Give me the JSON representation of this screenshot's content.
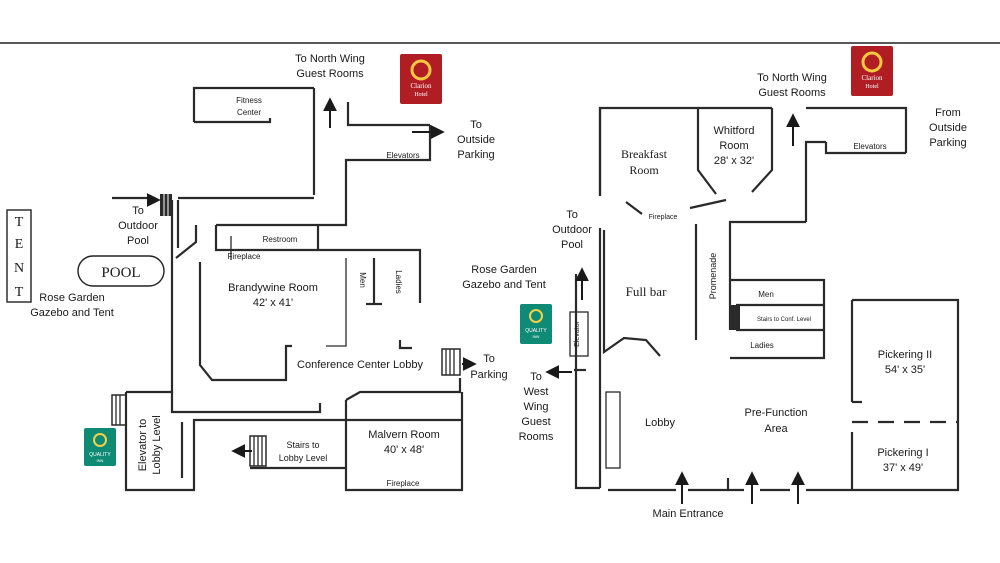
{
  "colors": {
    "clarion_red": "#b01e23",
    "quality_green": "#0f8a74",
    "wall": "#2a2a2a"
  },
  "labels": {
    "north_wing_left": [
      "To North Wing",
      "Guest Rooms"
    ],
    "fitness": [
      "Fitness",
      "Center"
    ],
    "outside_parking_left": [
      "To",
      "Outside",
      "Parking"
    ],
    "elevators_left": "Elevators",
    "outdoor_pool_left": [
      "To",
      "Outdoor",
      "Pool"
    ],
    "tent": [
      "T",
      "E",
      "N",
      "T"
    ],
    "pool": "POOL",
    "rose_garden_left": [
      "Rose Garden",
      "Gazebo and Tent"
    ],
    "restroom": "Restroom",
    "fireplace_small": "Fireplace",
    "brandywine": [
      "Brandywine Room",
      "42' x 41'"
    ],
    "men_left": "Men",
    "ladies_left": "Ladies",
    "conference_lobby": "Conference Center Lobby",
    "to_parking": [
      "To",
      "Parking"
    ],
    "elevator_lobby": [
      "Elevator to",
      "Lobby Level"
    ],
    "stairs_lobby": [
      "Stairs to",
      "Lobby Level"
    ],
    "malvern": [
      "Malvern Room",
      "40' x 48'"
    ],
    "fireplace_malvern": "Fireplace",
    "breakfast": [
      "Breakfast",
      "Room"
    ],
    "whitford": [
      "Whitford",
      "Room",
      "28' x 32'"
    ],
    "north_wing_right": [
      "To North Wing",
      "Guest Rooms"
    ],
    "from_parking": [
      "From",
      "Outside",
      "Parking"
    ],
    "elevators_right": "Elevators",
    "fireplace_right": "Fireplace",
    "outdoor_pool_right": [
      "To",
      "Outdoor",
      "Pool"
    ],
    "rose_garden_right": [
      "Rose Garden",
      "Gazebo and Tent"
    ],
    "elevator_small": "Elevator",
    "full_bar": "Full bar",
    "promenade": "Promenade",
    "men_right": "Men",
    "stairs_conf": "Stairs to Conf. Level",
    "ladies_right": "Ladies",
    "west_wing": [
      "To",
      "West",
      "Wing",
      "Guest",
      "Rooms"
    ],
    "lobby": "Lobby",
    "prefunction": [
      "Pre-Function",
      "Area"
    ],
    "pickering2": [
      "Pickering II",
      "54' x 35'"
    ],
    "pickering1": [
      "Pickering I",
      "37' x 49'"
    ],
    "main_entrance": "Main Entrance"
  },
  "logos": {
    "clarion": [
      "Clarion",
      "Hotel"
    ],
    "quality": [
      "QUALITY",
      "INN"
    ]
  }
}
